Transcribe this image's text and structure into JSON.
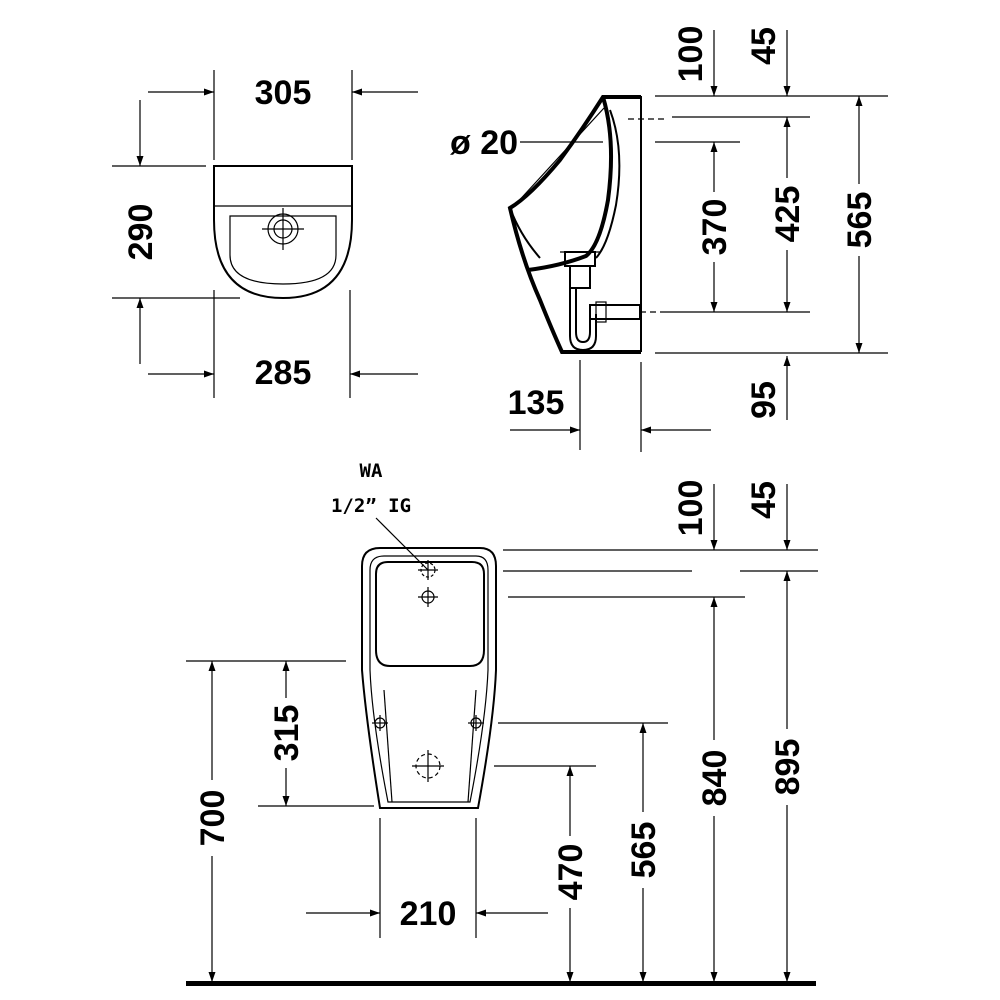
{
  "top_view": {
    "width_top": "305",
    "depth": "290",
    "width_bottom": "285"
  },
  "side_view": {
    "inlet_diameter": "ø 20",
    "top_offset_a": "100",
    "top_offset_b": "45",
    "height_inner": "370",
    "height_mid": "425",
    "height_total": "565",
    "projection": "135",
    "bottom_offset": "95"
  },
  "front_view": {
    "water_inlet_label": "WA",
    "water_inlet_size": "1/2” IG",
    "top_offset_a": "100",
    "top_offset_b": "45",
    "mount_height": "315",
    "rim_height": "700",
    "outlet_height": "470",
    "fixing_height": "565",
    "inlet_height": "840",
    "total_height": "895",
    "bottom_width": "210"
  },
  "colors": {
    "line": "#000000",
    "background": "#ffffff"
  }
}
